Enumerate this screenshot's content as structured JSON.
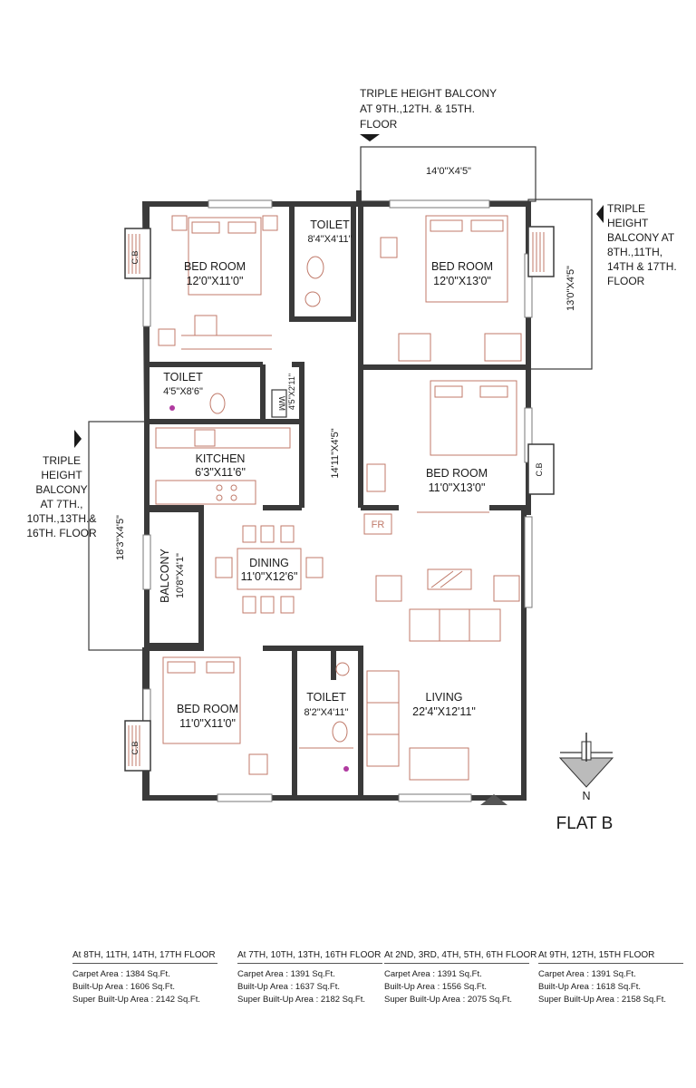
{
  "plan_title": "FLAT B",
  "north": "N",
  "balcony_notes": {
    "top": [
      "TRIPLE HEIGHT BALCONY",
      "AT 9TH.,12TH. & 15TH.",
      "FLOOR"
    ],
    "right": [
      "TRIPLE",
      "HEIGHT",
      "BALCONY AT",
      "8TH.,11TH,",
      "14TH & 17TH.",
      "FLOOR"
    ],
    "left": [
      "TRIPLE",
      "HEIGHT",
      "BALCONY",
      "AT 7TH.,",
      "10TH.,13TH.&",
      "16TH. FLOOR"
    ]
  },
  "rooms": {
    "bed1": {
      "name": "BED ROOM",
      "size": "12'0\"X11'0\""
    },
    "bed2": {
      "name": "BED ROOM",
      "size": "12'0\"X13'0\""
    },
    "bed3": {
      "name": "BED ROOM",
      "size": "11'0\"X13'0\""
    },
    "bed4": {
      "name": "BED ROOM",
      "size": "11'0\"X11'0\""
    },
    "toilet1": {
      "name": "TOILET",
      "size": "8'4\"X4'11\""
    },
    "toilet2": {
      "name": "TOILET",
      "size": "4'5\"X8'6\""
    },
    "toilet3": {
      "name": "TOILET",
      "size": "8'2\"X4'11\""
    },
    "kitchen": {
      "name": "KITCHEN",
      "size": "6'3\"X11'6\""
    },
    "dining": {
      "name": "DINING",
      "size": "11'0\"X12'6\""
    },
    "living": {
      "name": "LIVING",
      "size": "22'4\"X12'11\""
    },
    "balcony": {
      "name": "BALCONY",
      "size": "10'8\"X4'1\""
    }
  },
  "dimensions": {
    "top_balcony": "14'0\"X4'5\"",
    "right_balcony": "13'0\"X4'5\"",
    "left_balcony": "18'3\"X4'5\"",
    "passage": "14'11\"X4'5\"",
    "wm_area": "4'5\"X2'11\""
  },
  "tags": {
    "cb": "C.B",
    "wm": "WM",
    "fr": "FR"
  },
  "area_tables": [
    {
      "heading": "At 8TH, 11TH, 14TH, 17TH FLOOR",
      "lines": [
        "Carpet Area : 1384 Sq.Ft.",
        "Built-Up Area : 1606 Sq.Ft.",
        "Super Built-Up Area : 2142 Sq.Ft."
      ]
    },
    {
      "heading": "At 7TH, 10TH, 13TH, 16TH FLOOR",
      "lines": [
        "Carpet Area : 1391 Sq.Ft.",
        "Built-Up Area : 1637 Sq.Ft.",
        "Super Built-Up Area : 2182 Sq.Ft."
      ]
    },
    {
      "heading": "At 2ND, 3RD, 4TH, 5TH, 6TH FLOOR",
      "lines": [
        "Carpet Area : 1391 Sq.Ft.",
        "Built-Up Area : 1556 Sq.Ft.",
        "Super Built-Up Area : 2075 Sq.Ft."
      ]
    },
    {
      "heading": "At 9TH, 12TH, 15TH FLOOR",
      "lines": [
        "Carpet Area : 1391 Sq.Ft.",
        "Built-Up Area : 1618 Sq.Ft.",
        "Super Built-Up Area : 2158 Sq.Ft."
      ]
    }
  ]
}
